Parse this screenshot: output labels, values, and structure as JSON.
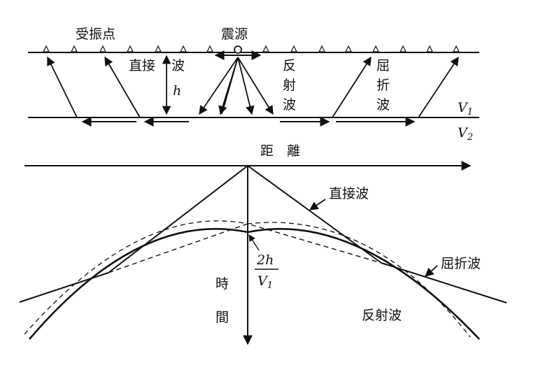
{
  "top": {
    "receivers_label": "受振点",
    "source_label": "震源",
    "direct_wave_label_a": "直接",
    "direct_wave_label_b": "波",
    "h_label": "h",
    "reflected_wave_label": [
      "反",
      "射",
      "波"
    ],
    "refracted_wave_label": [
      "屈",
      "折",
      "波"
    ],
    "v1_label": "V",
    "v1_sub": "1",
    "v2_label": "V",
    "v2_sub": "2"
  },
  "bottom": {
    "distance_label": "距　離",
    "time_label": [
      "時",
      "間"
    ],
    "direct_wave_label": "直接波",
    "refracted_wave_label": "屈折波",
    "reflected_wave_label": "反射波",
    "intercept_num": "2h",
    "intercept_den_v": "V",
    "intercept_den_sub": "1"
  },
  "colors": {
    "ink": "#111111",
    "background": "#ffffff"
  }
}
